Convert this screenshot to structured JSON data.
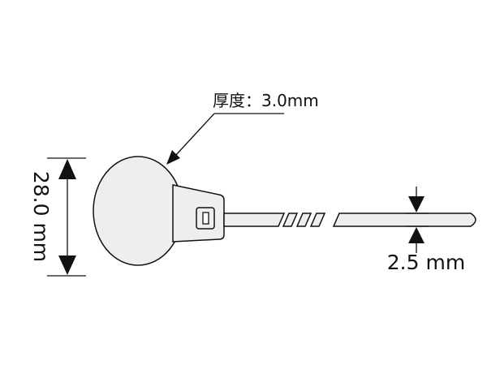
{
  "labels": {
    "thickness": "厚度：3.0mm",
    "height_dim": "28.0 mm",
    "width_dim": "2.5 mm"
  },
  "colors": {
    "line": "#111111",
    "fill": "#eeeeee",
    "background": "#ffffff"
  }
}
